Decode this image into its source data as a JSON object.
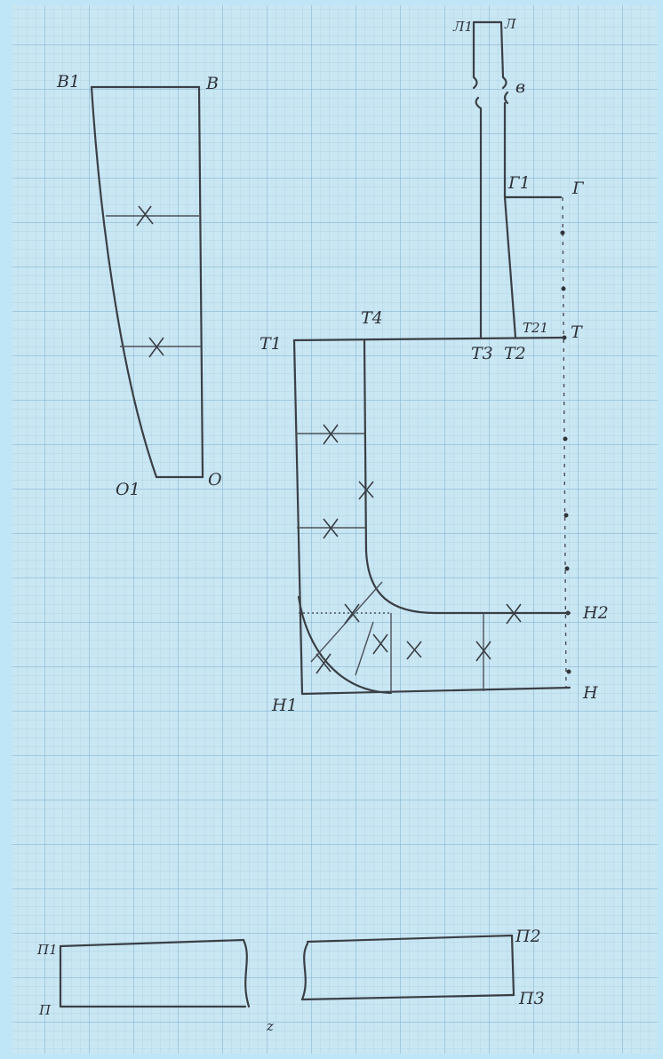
{
  "labels": {
    "B1": "B1",
    "B": "B",
    "O1": "O1",
    "O": "O",
    "L1": "Л1",
    "L": "Л",
    "v": "в",
    "G1": "Г1",
    "G": "Г",
    "T1": "T1",
    "T4": "T4",
    "T3": "T3",
    "T2": "T2",
    "T21": "T21",
    "T": "T",
    "H1": "H1",
    "H": "H",
    "H2": "H2",
    "P1": "П1",
    "P": "П",
    "P2": "П2",
    "P3": "П3",
    "z": "z"
  },
  "colors": {
    "paper": "#c9e6f3",
    "grid_major": "#7fb2cc",
    "grid_minor": "#a9d0e3",
    "ink": "#3a3f45",
    "frame": "#bfe6f7"
  }
}
